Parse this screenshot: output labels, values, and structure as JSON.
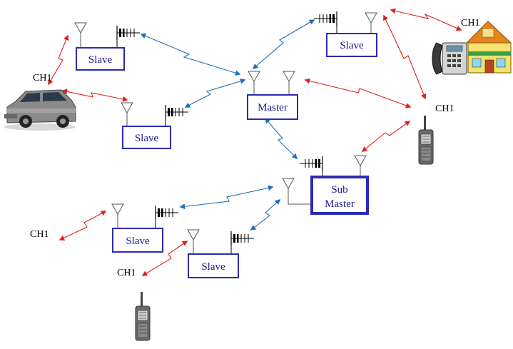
{
  "colors": {
    "box_border": "#2b2bb3",
    "box_text": "#1a1a8c",
    "link_blue": "#1f6fb5",
    "link_red": "#e02020",
    "antenna": "#555555",
    "channel_label": "#000000"
  },
  "nodes": {
    "slave_top_left": {
      "label": "Slave"
    },
    "slave_mid_left": {
      "label": "Slave"
    },
    "master": {
      "label": "Master"
    },
    "slave_top_right": {
      "label": "Slave"
    },
    "sub_master": {
      "label_line1": "Sub",
      "label_line2": "Master"
    },
    "slave_bottom_left": {
      "label": "Slave"
    },
    "slave_bottom_mid": {
      "label": "Slave"
    }
  },
  "channels": {
    "ch_car": "CH1",
    "ch_house": "CH1",
    "ch_radio_right": "CH1",
    "ch_bottom_left": "CH1",
    "ch_bottom_mid": "CH1"
  },
  "icons": [
    "antenna-icon",
    "signal-bars-icon",
    "car-icon",
    "house-icon",
    "telephone-icon",
    "walkie-talkie-icon"
  ]
}
